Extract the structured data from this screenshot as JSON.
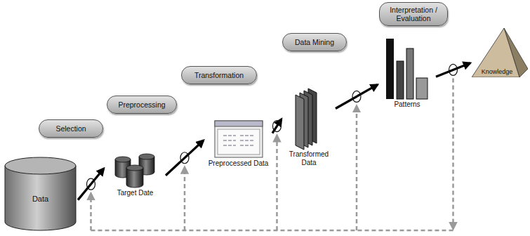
{
  "diagram": {
    "nodes": [
      {
        "text": [
          "Selection"
        ]
      },
      {
        "text": [
          "Preprocessing"
        ]
      },
      {
        "text": [
          "Transformation"
        ]
      },
      {
        "text": [
          "Data Mining"
        ]
      },
      {
        "text": [
          "Interpretation / Evaluation"
        ]
      },
      {
        "text": [
          "Data"
        ]
      },
      {
        "text": [
          "Target Date"
        ]
      },
      {
        "text": [
          "Preprocessed Data"
        ]
      },
      {
        "text": [
          "Transformed Data"
        ]
      },
      {
        "text": [
          "Patterns"
        ]
      },
      {
        "text": [
          "Knowledge"
        ]
      }
    ],
    "edges": [
      {
        "from": 5,
        "to": 6,
        "arrow": "to"
      },
      {
        "from": 6,
        "to": 7,
        "arrow": "to"
      },
      {
        "from": 7,
        "to": 8,
        "arrow": "to"
      },
      {
        "from": 8,
        "to": 9,
        "arrow": "to"
      },
      {
        "from": 9,
        "to": 10,
        "arrow": "to"
      }
    ]
  }
}
